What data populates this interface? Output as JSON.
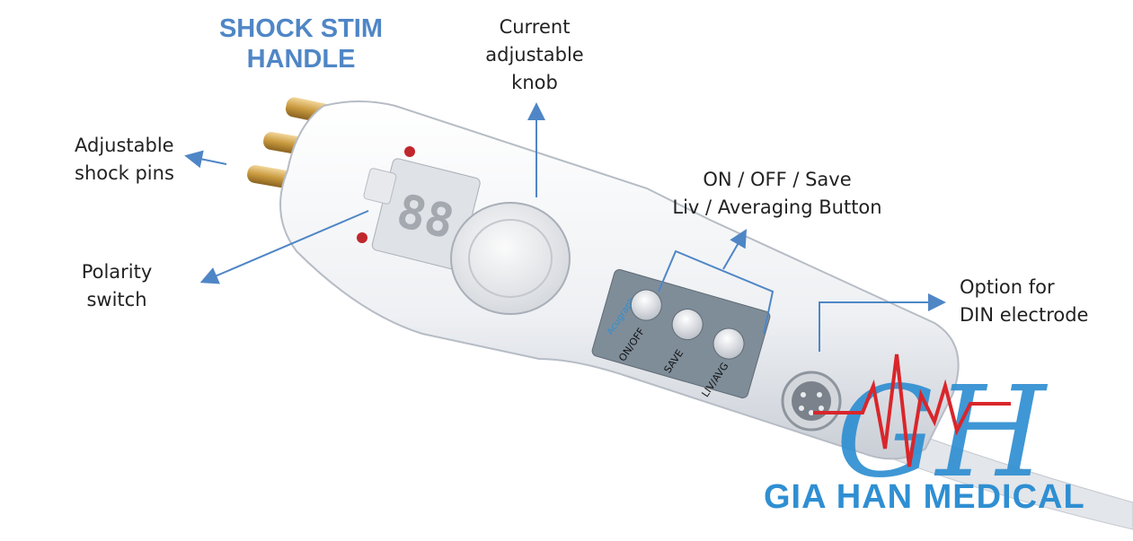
{
  "title": {
    "line1": "SHOCK STIM",
    "line2": "HANDLE"
  },
  "labels": {
    "knob": {
      "line1": "Current",
      "line2": "adjustable",
      "line3": "knob"
    },
    "pins": {
      "line1": "Adjustable",
      "line2": "shock pins"
    },
    "buttons": {
      "line1": "ON / OFF / Save",
      "line2": "Liv / Averaging Button"
    },
    "polarity": {
      "line1": "Polarity",
      "line2": "switch"
    },
    "din": {
      "line1": "Option for",
      "line2": "DIN electrode"
    }
  },
  "device": {
    "panel_brand": "Acugraph",
    "button_labels": [
      "ON/OFF",
      "SAVE",
      "LIV/AVG"
    ]
  },
  "watermark": {
    "text": "GIA HAN MEDICAL",
    "letters": "GH"
  },
  "colors": {
    "title": "#4f86c6",
    "arrow": "#4f86c6",
    "brand_blue": "#2f8fd2",
    "brand_red": "#d9262b"
  },
  "icons": [
    "arrow-up-icon",
    "arrow-left-icon",
    "arrow-right-icon",
    "led-indicator-icon",
    "din-socket-icon"
  ]
}
